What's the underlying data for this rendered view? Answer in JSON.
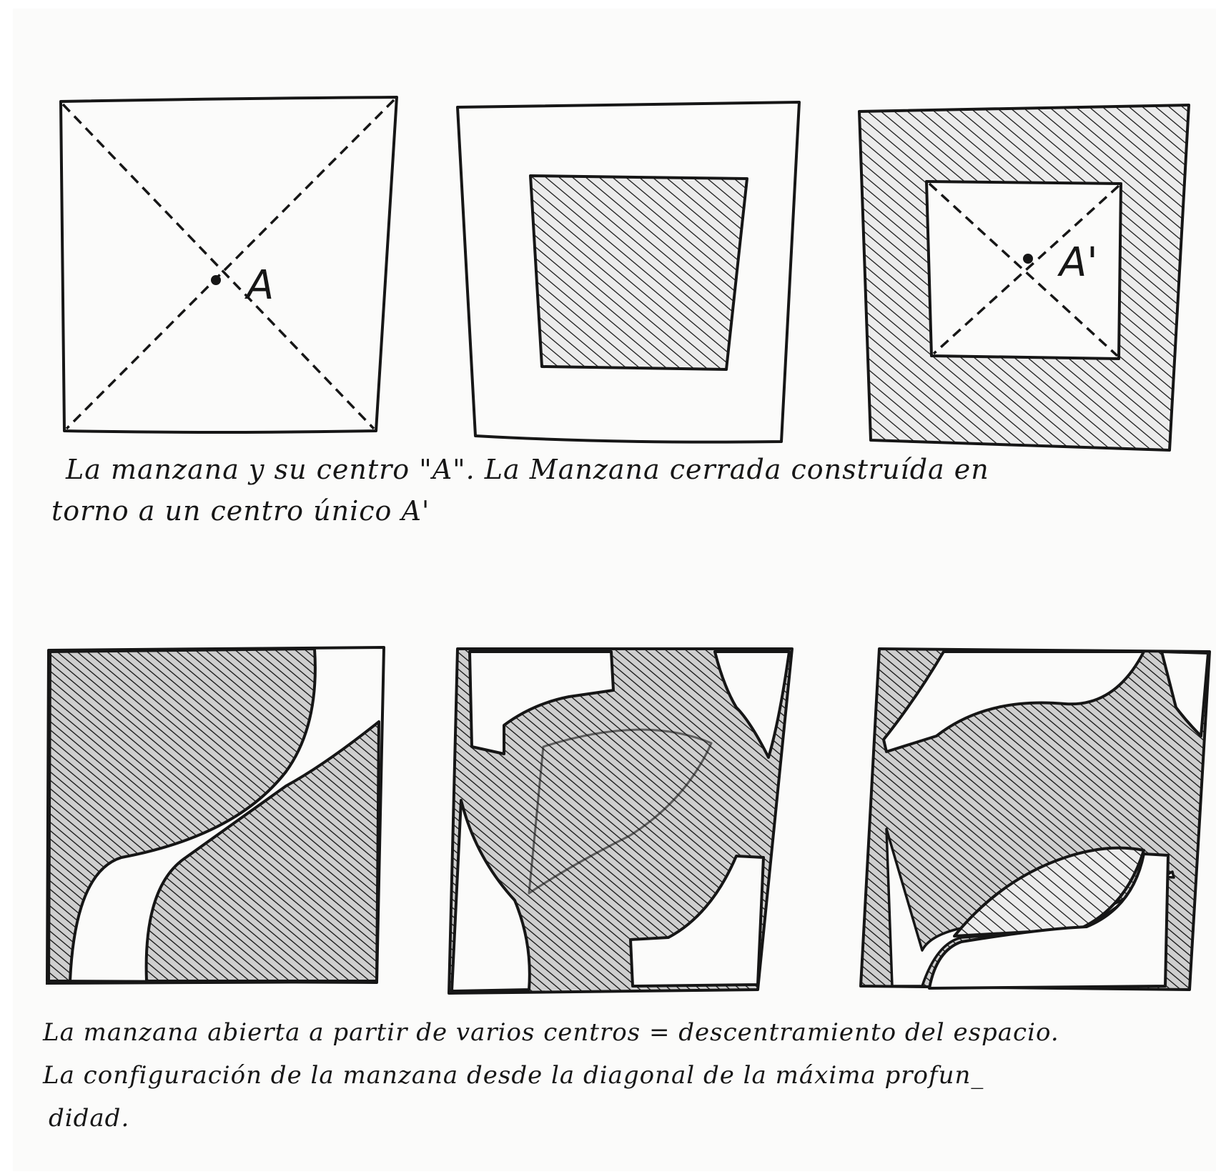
{
  "panels_top": [
    {
      "label": "A"
    },
    {
      "label": ""
    },
    {
      "label": "A'"
    }
  ],
  "caption_top": {
    "line1": "La manzana y su centro \"A\". La Manzana cerrada construída en",
    "line2": "torno a un centro único A'"
  },
  "caption_bottom": {
    "line1": "La manzana abierta a partir de varios centros = descentramiento del espacio.",
    "line2": "La configuración de la manzana desde la diagonal de la máxima profun_",
    "line3": "didad."
  },
  "colors": {
    "paper": "#fbfbfa",
    "ink": "#161616"
  }
}
